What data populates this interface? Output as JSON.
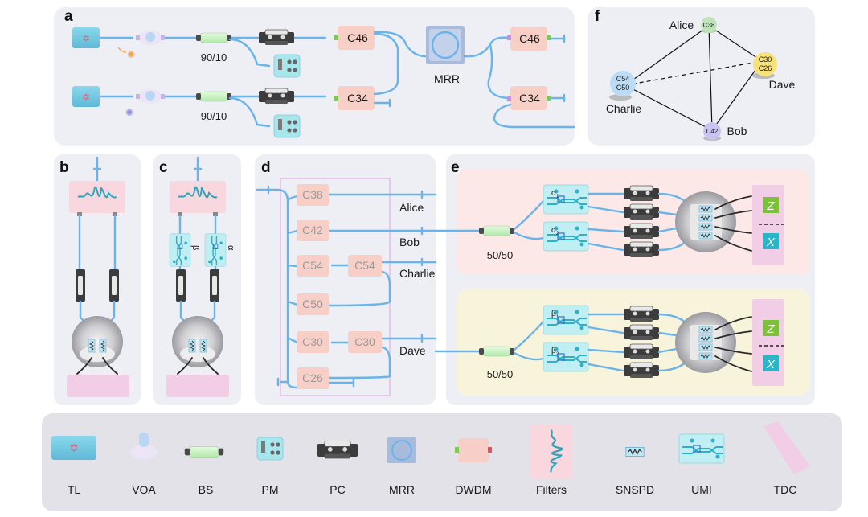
{
  "panels": {
    "a": "a",
    "b": "b",
    "c": "c",
    "d": "d",
    "e": "e",
    "f": "f"
  },
  "panel_a": {
    "splitter_top": "90/10",
    "splitter_bottom": "90/10",
    "dwdm_c46_left": "C46",
    "dwdm_c34_left": "C34",
    "mrr": "MRR",
    "dwdm_c46_right": "C46",
    "dwdm_c34_right": "C34"
  },
  "panel_c": {
    "beta": "β",
    "alpha": "α"
  },
  "panel_d": {
    "channels": [
      "C38",
      "C42",
      "C54",
      "C54",
      "C50",
      "C30",
      "C30",
      "C26"
    ],
    "users": [
      "Alice",
      "Bob",
      "Charlie",
      "Dave"
    ]
  },
  "panel_e": {
    "splitter_top": "50/50",
    "splitter_bottom": "50/50",
    "umi_top": [
      "α",
      "α"
    ],
    "umi_bottom": [
      "β",
      "β"
    ],
    "umi_sub": [
      "1",
      "2"
    ],
    "basis_z": "Z",
    "basis_x": "X"
  },
  "panel_f": {
    "alice": "Alice",
    "bob": "Bob",
    "charlie": "Charlie",
    "dave": "Dave",
    "alice_node": "C38",
    "bob_node": "C42",
    "charlie_node": [
      "C54",
      "C50"
    ],
    "dave_node": [
      "C30",
      "C26"
    ]
  },
  "legend": [
    "TL",
    "VOA",
    "BS",
    "PM",
    "PC",
    "MRR",
    "DWDM",
    "Filters",
    "SNSPD",
    "UMI",
    "TDC"
  ],
  "colors": {
    "fiber": "#6ab4ea",
    "laser": "#7fcfe6",
    "dwdm": "#f7cfc6",
    "bs": "#c9f2c4",
    "pm": "#a8e6ee",
    "mrr": "#9fb5d6",
    "filters": "#f8d7df",
    "tdc": "#f1cde6",
    "umi": "#bfeef3",
    "alice_node": "#bfe3b8",
    "bob_node": "#c9c3f2",
    "charlie_node": "#bcdcf5",
    "dave_node": "#f7e27a",
    "z_box": "#7cc13a",
    "x_box": "#2ab6c8",
    "panel_bg": "#eeeef5",
    "e_top_bg": "#fce8e6",
    "e_bottom_bg": "#f8f4dc"
  }
}
